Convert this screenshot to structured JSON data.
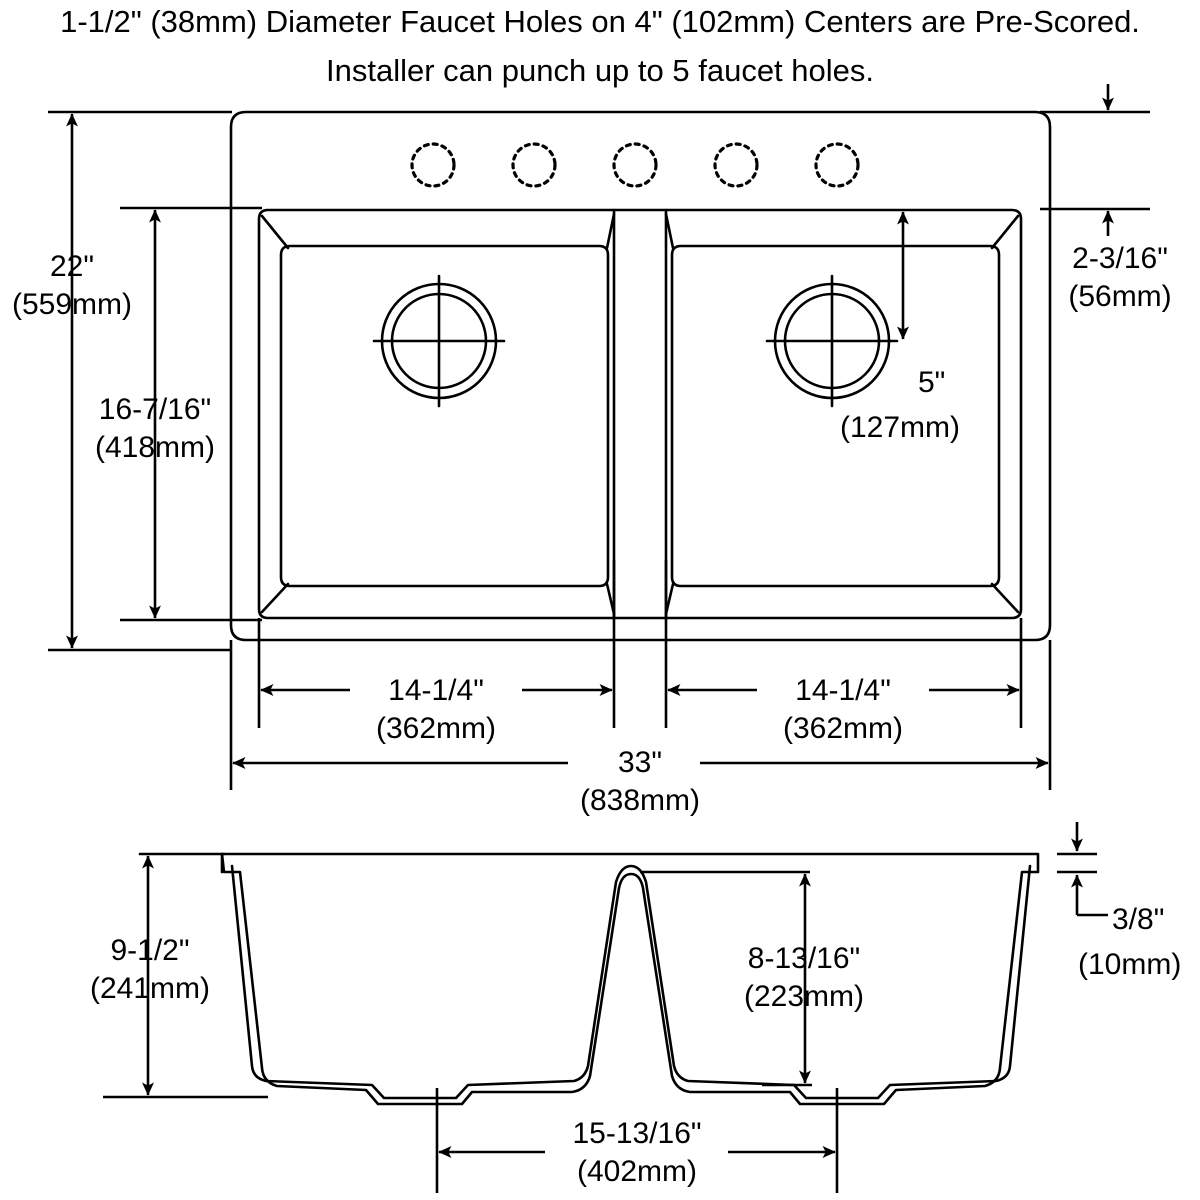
{
  "title": {
    "line1": "1-1/2\" (38mm) Diameter Faucet Holes on 4\" (102mm) Centers are Pre-Scored.",
    "line2": "Installer can punch up to 5 faucet holes."
  },
  "colors": {
    "line": "#000000",
    "background": "#ffffff",
    "text": "#000000"
  },
  "drawing": {
    "product": "double-bowl-drop-in-sink",
    "views": [
      {
        "name": "top-view",
        "label": ""
      },
      {
        "name": "section-view",
        "label": ""
      }
    ],
    "faucet_holes": {
      "count": 5,
      "diameter_in": "1-1/2\"",
      "diameter_mm": "38mm",
      "centers_in": "4\"",
      "centers_mm": "102mm",
      "style": "dashed"
    },
    "drains": {
      "count": 2
    }
  },
  "dimensions": {
    "overall_depth": {
      "imperial": "22\"",
      "metric": "(559mm)",
      "orientation": "vertical",
      "view": "top-view"
    },
    "bowl_depth": {
      "imperial": "16-7/16\"",
      "metric": "(418mm)",
      "orientation": "vertical",
      "view": "top-view"
    },
    "rim_to_bowl": {
      "imperial": "2-3/16\"",
      "metric": "(56mm)",
      "orientation": "vertical",
      "view": "top-view"
    },
    "drain_offset": {
      "imperial": "5\"",
      "metric": "(127mm)",
      "orientation": "vertical",
      "view": "top-view"
    },
    "left_bowl_width": {
      "imperial": "14-1/4\"",
      "metric": "(362mm)",
      "orientation": "horizontal",
      "view": "top-view"
    },
    "right_bowl_width": {
      "imperial": "14-1/4\"",
      "metric": "(362mm)",
      "orientation": "horizontal",
      "view": "top-view"
    },
    "overall_width": {
      "imperial": "33\"",
      "metric": "(838mm)",
      "orientation": "horizontal",
      "view": "top-view"
    },
    "bowl_height": {
      "imperial": "9-1/2\"",
      "metric": "(241mm)",
      "orientation": "vertical",
      "view": "section-view"
    },
    "divider_height": {
      "imperial": "8-13/16\"",
      "metric": "(223mm)",
      "orientation": "vertical",
      "view": "section-view"
    },
    "rim_thickness": {
      "imperial": "3/8\"",
      "metric": "(10mm)",
      "orientation": "vertical",
      "view": "section-view"
    },
    "bottom_width": {
      "imperial": "15-13/16\"",
      "metric": "(402mm)",
      "orientation": "horizontal",
      "view": "section-view"
    }
  }
}
